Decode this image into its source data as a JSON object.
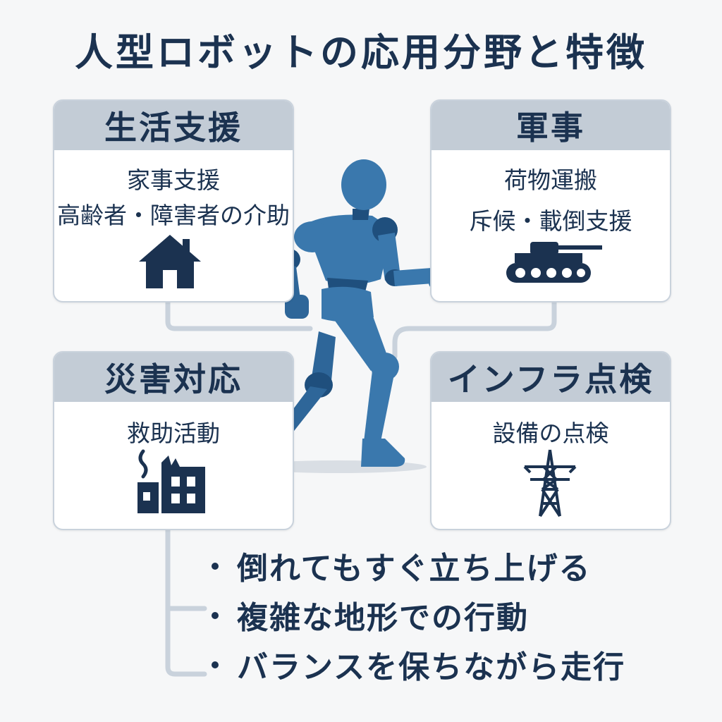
{
  "title": "人型ロボットの応用分野と特徴",
  "cards": {
    "life": {
      "header": "生活支援",
      "lines": [
        "家事支援",
        "高齢者・障害者の介助"
      ],
      "icon": "house-icon"
    },
    "military": {
      "header": "軍事",
      "lines": [
        "荷物運搬",
        "斥候・載倒支援"
      ],
      "icon": "tank-icon"
    },
    "disaster": {
      "header": "災害対応",
      "lines": [
        "救助活動"
      ],
      "icon": "damaged-building-icon"
    },
    "infra": {
      "header": "インフラ点検",
      "lines": [
        "設備の点検"
      ],
      "icon": "power-tower-icon"
    }
  },
  "features": [
    "倒れてもすぐ立ち上げる",
    "複雑な地形での行動",
    "バランスを保ちながら走行"
  ],
  "colors": {
    "navy": "#1b3250",
    "robot_blue": "#3a78ad",
    "robot_dark": "#1f4f7d",
    "header_gray": "#c3ccd6",
    "connector": "#c9d2dc"
  }
}
